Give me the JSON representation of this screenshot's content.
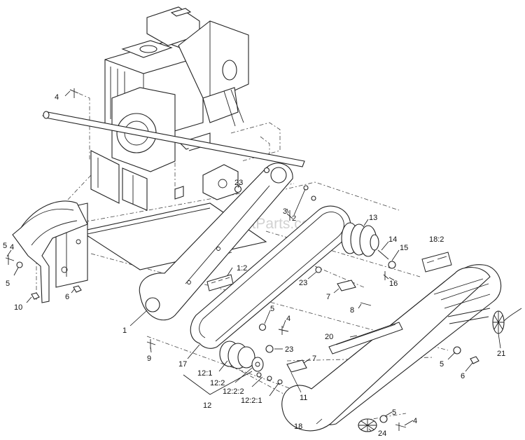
{
  "watermark": "eReplacementParts.com",
  "callouts": [
    {
      "id": "c4a",
      "text": "4"
    },
    {
      "id": "c23a",
      "text": "23"
    },
    {
      "id": "c3",
      "text": "3"
    },
    {
      "id": "c2",
      "text": "2"
    },
    {
      "id": "c13",
      "text": "13"
    },
    {
      "id": "c14",
      "text": "14"
    },
    {
      "id": "c15",
      "text": "15"
    },
    {
      "id": "c16",
      "text": "16"
    },
    {
      "id": "c18_2",
      "text": "18:2"
    },
    {
      "id": "c1_2",
      "text": "1:2"
    },
    {
      "id": "c23b",
      "text": "23"
    },
    {
      "id": "c7a",
      "text": "7"
    },
    {
      "id": "c8",
      "text": "8"
    },
    {
      "id": "c4b",
      "text": "4"
    },
    {
      "id": "c5a",
      "text": "5"
    },
    {
      "id": "c5b",
      "text": "5"
    },
    {
      "id": "c10",
      "text": "10"
    },
    {
      "id": "c6a",
      "text": "6"
    },
    {
      "id": "c1",
      "text": "1"
    },
    {
      "id": "c5c",
      "text": "5"
    },
    {
      "id": "c4c",
      "text": "4"
    },
    {
      "id": "c20",
      "text": "20"
    },
    {
      "id": "c23c",
      "text": "23"
    },
    {
      "id": "c7b",
      "text": "7"
    },
    {
      "id": "c9",
      "text": "9"
    },
    {
      "id": "c17",
      "text": "17"
    },
    {
      "id": "c12_1",
      "text": "12:1"
    },
    {
      "id": "c12_2",
      "text": "12:2"
    },
    {
      "id": "c12_2_2",
      "text": "12:2:2"
    },
    {
      "id": "c12",
      "text": "12"
    },
    {
      "id": "c12_2_1",
      "text": "12:2:1"
    },
    {
      "id": "c11",
      "text": "11"
    },
    {
      "id": "c5d",
      "text": "5"
    },
    {
      "id": "c6b",
      "text": "6"
    },
    {
      "id": "c21",
      "text": "21"
    },
    {
      "id": "c5e",
      "text": "5"
    },
    {
      "id": "c4d",
      "text": "4"
    },
    {
      "id": "c24",
      "text": "24"
    },
    {
      "id": "c18",
      "text": "18"
    }
  ]
}
